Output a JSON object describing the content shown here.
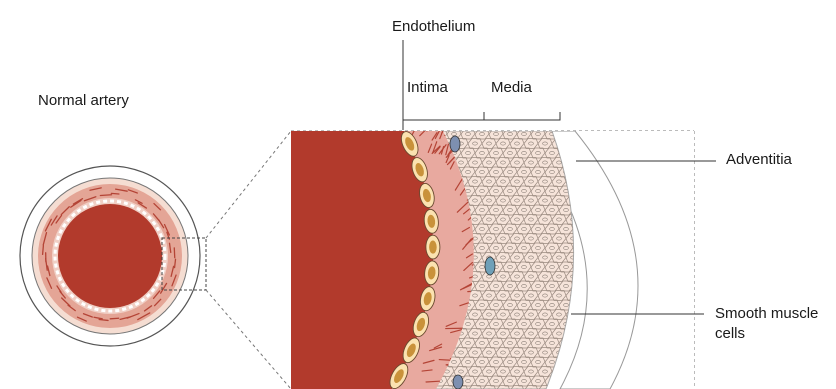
{
  "labels": {
    "normal_artery": "Normal artery",
    "endothelium": "Endothelium",
    "intima": "Intima",
    "media": "Media",
    "adventitia": "Adventitia",
    "smooth_muscle_cells": "Smooth muscle cells"
  },
  "colors": {
    "lumen": "#b23a2c",
    "intima": "#e7a79e",
    "media": "#f2d9cc",
    "endothelium": "#fbe2b0",
    "fibers": "#b44436",
    "nucleus": "#c9923a",
    "outline": "#555555"
  }
}
